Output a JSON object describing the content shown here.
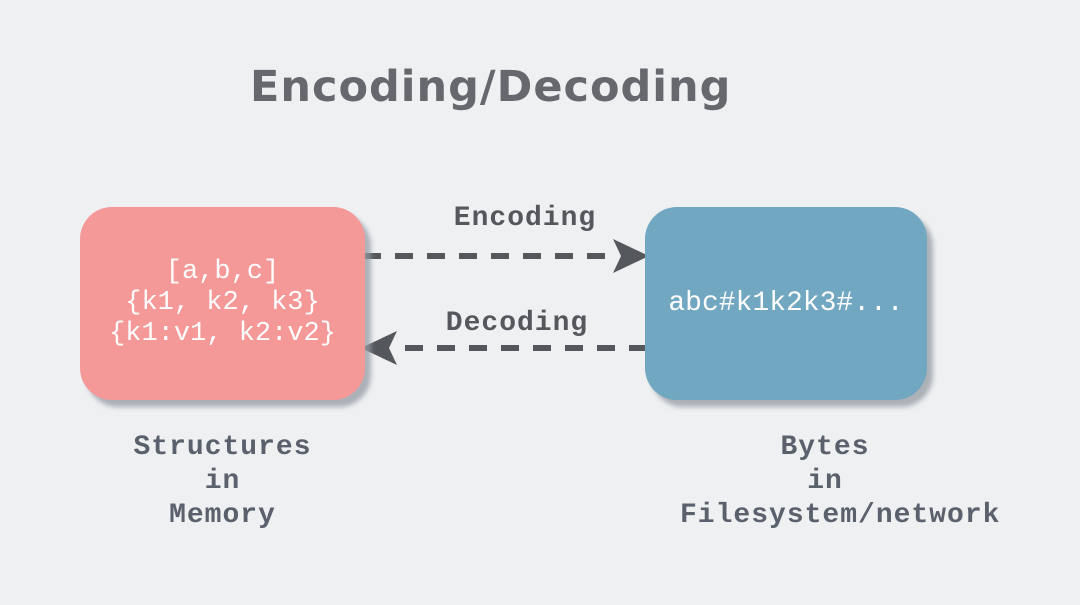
{
  "title": "Encoding/Decoding",
  "colors": {
    "background": "#eef0f2",
    "structures_box_fill": "#f49898",
    "bytes_box_fill": "#71a7c0",
    "box_text": "#fdfdfd",
    "arrow": "#54575c",
    "label_text": "#5b616c",
    "title_text": "#66686e"
  },
  "boxes": {
    "structures": {
      "content_lines": [
        "[a,b,c]",
        "{k1, k2, k3}",
        "{k1:v1, k2:v2}"
      ],
      "caption_lines": [
        "Structures",
        "in",
        "Memory"
      ]
    },
    "bytes": {
      "content": "abc#k1k2k3#...",
      "caption_lines": [
        "Bytes",
        "in",
        "Filesystem/network"
      ]
    }
  },
  "arrows": {
    "encoding": {
      "label": "Encoding",
      "direction": "left-to-right",
      "style": "dashed"
    },
    "decoding": {
      "label": "Decoding",
      "direction": "right-to-left",
      "style": "dashed"
    }
  }
}
